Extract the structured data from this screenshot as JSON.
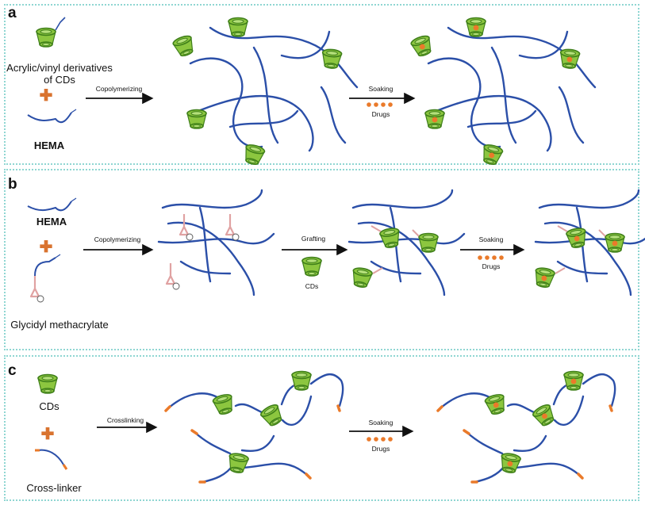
{
  "panels": {
    "a": {
      "label": "a",
      "reactant_1": "Acrylic/vinyl derivatives\nof CDs",
      "reactant_2": "HEMA",
      "step_1": "Copolymerizing",
      "step_2": "Soaking",
      "step_2_sub": "Drugs"
    },
    "b": {
      "label": "b",
      "reactant_1": "HEMA",
      "reactant_2": "Glycidyl methacrylate",
      "step_1": "Copolymerizing",
      "step_2": "Grafting",
      "step_2_sub": "CDs",
      "step_3": "Soaking",
      "step_3_sub": "Drugs"
    },
    "c": {
      "label": "c",
      "reactant_1": "CDs",
      "reactant_2": "Cross-linker",
      "step_1": "Crosslinking",
      "step_2": "Soaking",
      "step_2_sub": "Drugs"
    }
  },
  "colors": {
    "polymer": "#2b4fa8",
    "cd_fill": "#8cc63f",
    "cd_stroke": "#3f7f1a",
    "drug": "#ea7a2a",
    "plus": "#d9732f",
    "epoxide": "#e0a2a2",
    "border": "#8fd6d2"
  }
}
